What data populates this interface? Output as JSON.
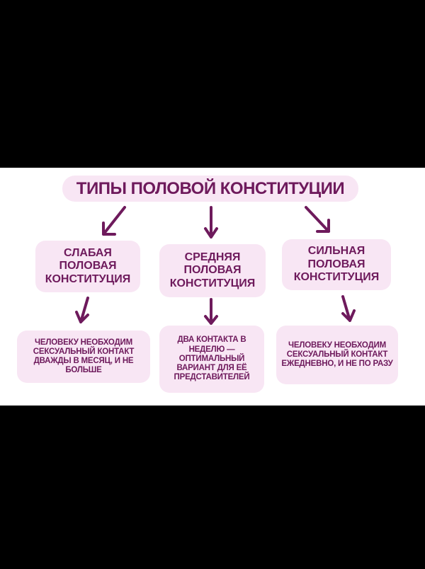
{
  "title": "ТИПЫ ПОЛОВОЙ КОНСТИТУЦИИ",
  "types": [
    {
      "name": "СЛАБАЯ ПОЛОВАЯ КОНСТИТУЦИЯ",
      "description": "ЧЕЛОВЕКУ НЕОБХОДИМ СЕКСУАЛЬНЫЙ КОНТАКТ ДВАЖДЫ В МЕСЯЦ, И НЕ БОЛЬШЕ"
    },
    {
      "name": "СРЕДНЯЯ ПОЛОВАЯ КОНСТИТУЦИЯ",
      "description": "ДВА КОНТАКТА В НЕДЕЛЮ — ОПТИМАЛЬНЫЙ ВАРИАНТ ДЛЯ ЕЁ ПРЕДСТАВИТЕЛЕЙ"
    },
    {
      "name": "СИЛЬНАЯ ПОЛОВАЯ КОНСТИТУЦИЯ",
      "description": "ЧЕЛОВЕКУ НЕОБХОДИМ СЕКСУАЛЬНЫЙ КОНТАКТ ЕЖЕДНЕВНО, И НЕ ПО РАЗУ"
    }
  ],
  "colors": {
    "text": "#6e1a5c",
    "box": "#f8e6f4",
    "background": "#000000",
    "panel": "#ffffff"
  }
}
